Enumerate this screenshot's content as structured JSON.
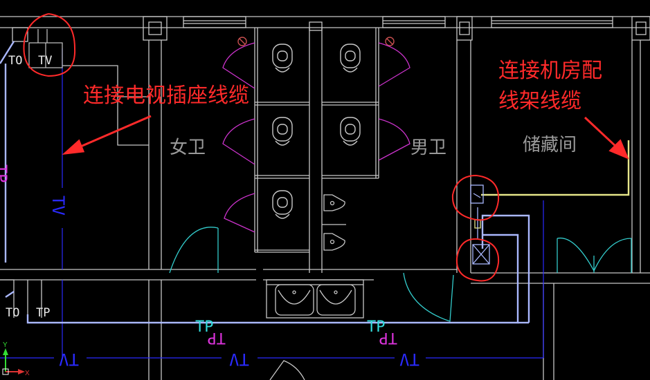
{
  "annotations": {
    "tv_socket_cable": "连接电视插座线缆",
    "rack_cable_line1": "连接机房配",
    "rack_cable_line2": "线架线缆"
  },
  "rooms": {
    "womens_restroom": "女卫",
    "mens_restroom": "男卫",
    "storage_room": "储藏间"
  },
  "outlet_tags": {
    "top_left_to": "TO",
    "top_left_tv": "TV",
    "bottom_left_to": "TO",
    "bottom_left_tp": "TP"
  },
  "cable_labels": {
    "tv_vertical": "TV",
    "tp_left": "TP",
    "tp_right": "TP",
    "tv_bottom_1": "TV",
    "tv_bottom_2": "TV",
    "tv_bottom_3": "TV",
    "tp_side": "TP"
  },
  "axes": {
    "x": "X",
    "y": "Y"
  },
  "colors": {
    "background": "#000000",
    "wall": "#c8c8c8",
    "annotation": "#ff2a2a",
    "tv_cable": "#2a2aff",
    "tp_cable": "#aab8ff",
    "door_swing": "#cc33cc",
    "door_cyan": "#33cccc",
    "rack_cable": "#e6e68a"
  }
}
